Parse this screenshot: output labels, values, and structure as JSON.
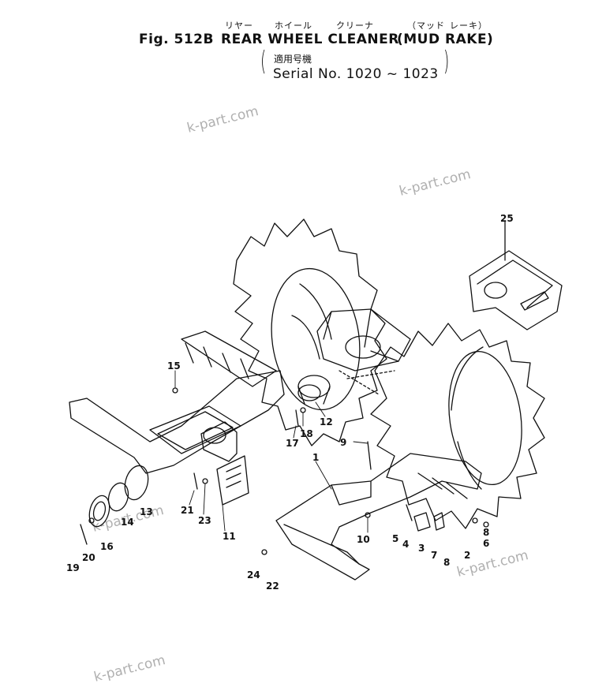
{
  "header": {
    "ruby_rear": "リヤー",
    "ruby_wheel": "ホイール",
    "ruby_cleaner": "クリーナ",
    "ruby_mud": "（マッド",
    "ruby_rake": "レーキ）",
    "fig_label": "Fig. 512B",
    "title_main": "REAR  WHEEL  CLEANER",
    "title_paren": "(MUD  RAKE)",
    "applicable_models": "適用号機",
    "serial": "Serial No. 1020 ~ 1023"
  },
  "watermarks": [
    "k-part.com",
    "k-part.com",
    "k-part.com",
    "k-part.com",
    "k-part.com"
  ],
  "callouts": [
    "25",
    "15",
    "12",
    "18",
    "17",
    "9",
    "1",
    "21",
    "23",
    "11",
    "13",
    "14",
    "16",
    "20",
    "19",
    "10",
    "5",
    "4",
    "3",
    "7",
    "8",
    "2",
    "6",
    "8",
    "24",
    "22"
  ]
}
